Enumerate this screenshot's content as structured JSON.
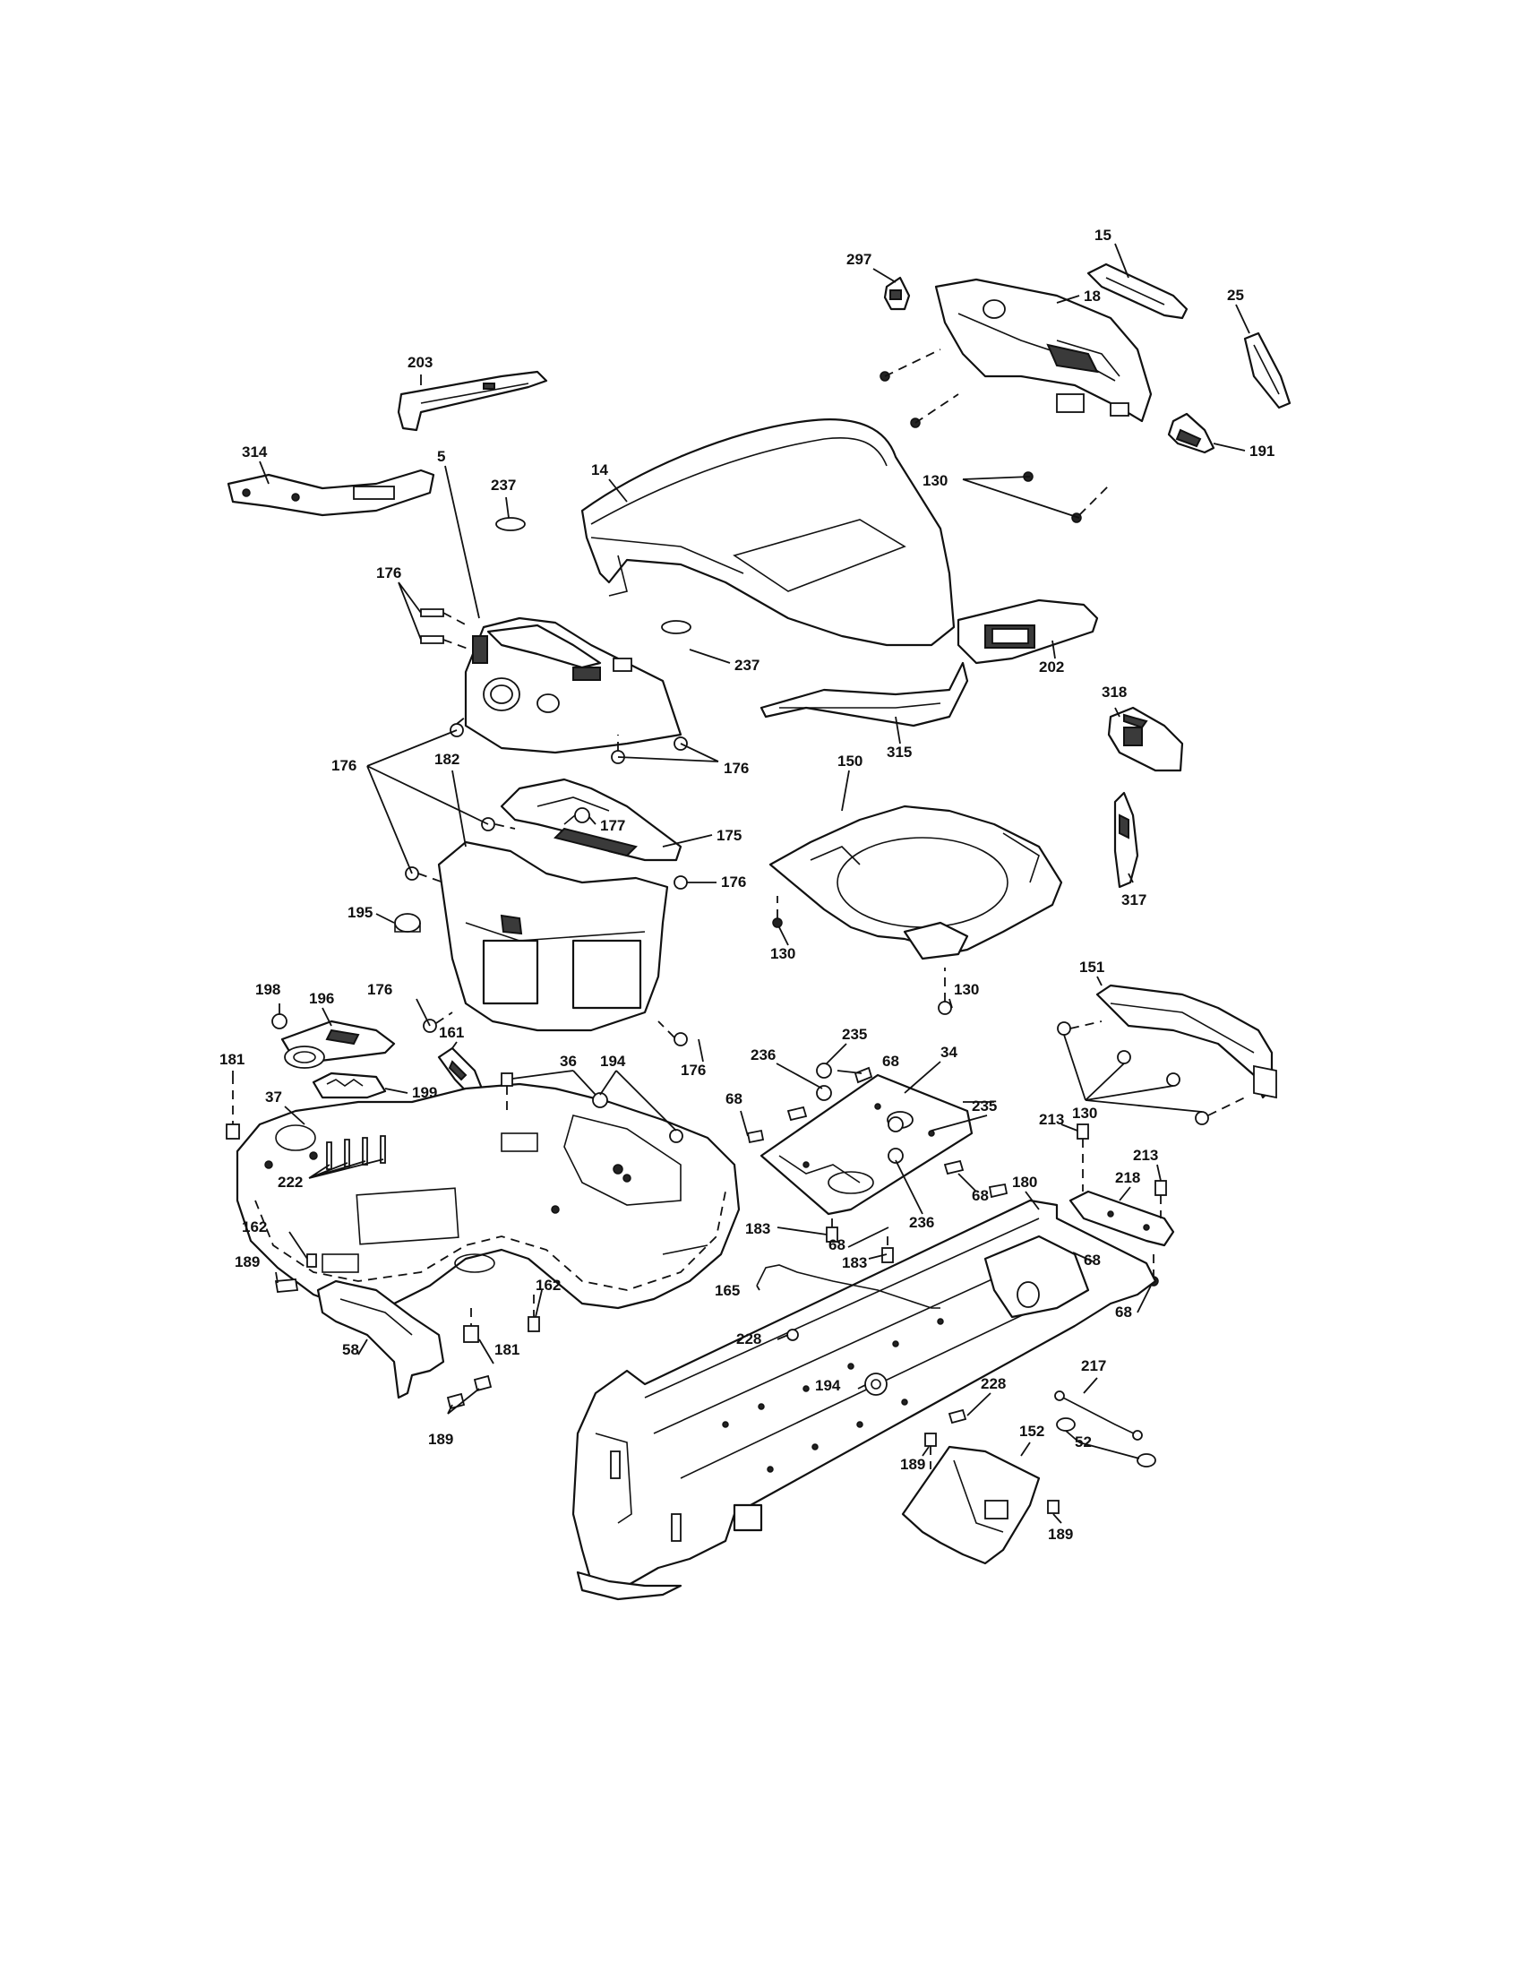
{
  "callouts": [
    {
      "id": "c-15",
      "label": "15"
    },
    {
      "id": "c-297",
      "label": "297"
    },
    {
      "id": "c-25",
      "label": "25"
    },
    {
      "id": "c-18",
      "label": "18"
    },
    {
      "id": "c-203",
      "label": "203"
    },
    {
      "id": "c-314",
      "label": "314"
    },
    {
      "id": "c-237a",
      "label": "237"
    },
    {
      "id": "c-14",
      "label": "14"
    },
    {
      "id": "c-191",
      "label": "191"
    },
    {
      "id": "c-130a",
      "label": "130"
    },
    {
      "id": "c-5",
      "label": "5"
    },
    {
      "id": "c-176a",
      "label": "176"
    },
    {
      "id": "c-237b",
      "label": "237"
    },
    {
      "id": "c-202",
      "label": "202"
    },
    {
      "id": "c-315",
      "label": "315"
    },
    {
      "id": "c-318",
      "label": "318"
    },
    {
      "id": "c-176b",
      "label": "176"
    },
    {
      "id": "c-176c",
      "label": "176"
    },
    {
      "id": "c-150",
      "label": "150"
    },
    {
      "id": "c-177",
      "label": "177"
    },
    {
      "id": "c-182",
      "label": "182"
    },
    {
      "id": "c-175",
      "label": "175"
    },
    {
      "id": "c-176d",
      "label": "176"
    },
    {
      "id": "c-195",
      "label": "195"
    },
    {
      "id": "c-317",
      "label": "317"
    },
    {
      "id": "c-130b",
      "label": "130"
    },
    {
      "id": "c-176e",
      "label": "176"
    },
    {
      "id": "c-151",
      "label": "151"
    },
    {
      "id": "c-130c",
      "label": "130"
    },
    {
      "id": "c-198",
      "label": "198"
    },
    {
      "id": "c-196",
      "label": "196"
    },
    {
      "id": "c-161",
      "label": "161"
    },
    {
      "id": "c-176f",
      "label": "176"
    },
    {
      "id": "c-235a",
      "label": "235"
    },
    {
      "id": "c-181a",
      "label": "181"
    },
    {
      "id": "c-36",
      "label": "36"
    },
    {
      "id": "c-194a",
      "label": "194"
    },
    {
      "id": "c-236a",
      "label": "236"
    },
    {
      "id": "c-68a",
      "label": "68"
    },
    {
      "id": "c-34",
      "label": "34"
    },
    {
      "id": "c-130d",
      "label": "130"
    },
    {
      "id": "c-37",
      "label": "37"
    },
    {
      "id": "c-199",
      "label": "199"
    },
    {
      "id": "c-68b",
      "label": "68"
    },
    {
      "id": "c-235b",
      "label": "235"
    },
    {
      "id": "c-213a",
      "label": "213"
    },
    {
      "id": "c-222",
      "label": "222"
    },
    {
      "id": "c-213b",
      "label": "213"
    },
    {
      "id": "c-218",
      "label": "218"
    },
    {
      "id": "c-180",
      "label": "180"
    },
    {
      "id": "c-68c",
      "label": "68"
    },
    {
      "id": "c-236b",
      "label": "236"
    },
    {
      "id": "c-162a",
      "label": "162"
    },
    {
      "id": "c-183a",
      "label": "183"
    },
    {
      "id": "c-68d",
      "label": "68"
    },
    {
      "id": "c-68e",
      "label": "68"
    },
    {
      "id": "c-189a",
      "label": "189"
    },
    {
      "id": "c-183b",
      "label": "183"
    },
    {
      "id": "c-162b",
      "label": "162"
    },
    {
      "id": "c-165",
      "label": "165"
    },
    {
      "id": "c-68f",
      "label": "68"
    },
    {
      "id": "c-228a",
      "label": "228"
    },
    {
      "id": "c-58",
      "label": "58"
    },
    {
      "id": "c-181b",
      "label": "181"
    },
    {
      "id": "c-217",
      "label": "217"
    },
    {
      "id": "c-194b",
      "label": "194"
    },
    {
      "id": "c-228b",
      "label": "228"
    },
    {
      "id": "c-152",
      "label": "152"
    },
    {
      "id": "c-52",
      "label": "52"
    },
    {
      "id": "c-189b",
      "label": "189"
    },
    {
      "id": "c-189c",
      "label": "189"
    },
    {
      "id": "c-189d",
      "label": "189"
    }
  ]
}
